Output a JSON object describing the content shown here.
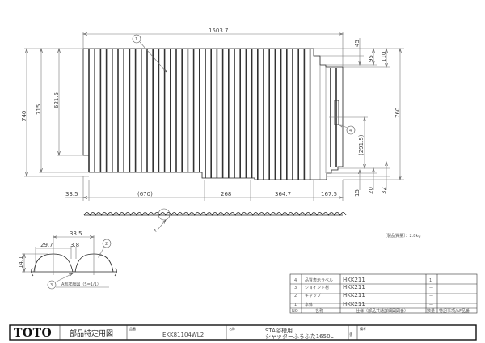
{
  "drawing": {
    "overall_width": "1503.7",
    "left_heights": [
      "740",
      "715",
      "621.5"
    ],
    "right_heights": [
      "45",
      "95",
      "110",
      "760"
    ],
    "inner_dim": "(291.5)",
    "bottom_right_dims": [
      "15",
      "20",
      "32"
    ],
    "bottom_widths": [
      "33.5",
      "(670)",
      "268",
      "364.7",
      "167.5"
    ],
    "balloons": {
      "body": "1",
      "cap": "2",
      "joint": "3",
      "label": "4"
    },
    "section_marker": "A",
    "weight_note": "［製品質量］：2.8kg"
  },
  "detail": {
    "title": "A部詳細図（S=1/1）",
    "pitch": "33.5",
    "width_a": "29.7",
    "width_b": "3.8",
    "height": "14.1",
    "balloon_cap": "2",
    "balloon_joint": "3"
  },
  "parts_table": {
    "headers": {
      "no": "NO",
      "name": "名称",
      "spec": "仕様（部品共通詳細図図番）",
      "qty": "数量",
      "note": "特記事項/AF品番"
    },
    "rows": [
      {
        "no": "4",
        "name": "品質表示ラベル",
        "spec": "HKK211",
        "qty": "1",
        "note": ""
      },
      {
        "no": "3",
        "name": "ジョイント材",
        "spec": "HKK211",
        "qty": "—",
        "note": ""
      },
      {
        "no": "2",
        "name": "キャップ",
        "spec": "HKK211",
        "qty": "—",
        "note": ""
      },
      {
        "no": "1",
        "name": "本体",
        "spec": "HKK211",
        "qty": "—",
        "note": ""
      }
    ]
  },
  "title_block": {
    "logo": "TOTO",
    "doc_type": "部品特定用図",
    "part_no_label": "品番",
    "part_no": "EKK81104WL2",
    "name_label": "名称",
    "name_line1": "STA浴槽用",
    "name_line2": "シャッターふろふた1650L",
    "revision_label": "改訂",
    "remarks_label": "備考"
  }
}
